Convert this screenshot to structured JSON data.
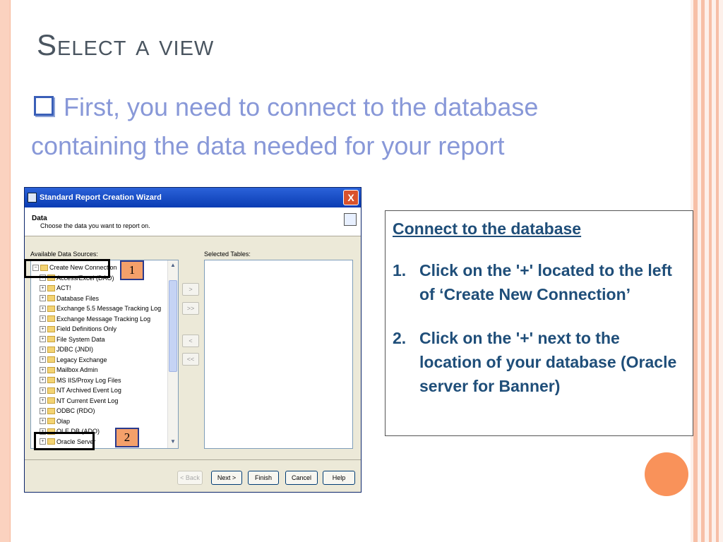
{
  "slide": {
    "title": "Select a view",
    "bullet": "First, you need to connect to the database containing the data needed for your report"
  },
  "wizard": {
    "title": "Standard Report Creation Wizard",
    "close_glyph": "X",
    "header_title": "Data",
    "header_subtitle": "Choose the data you want to report on.",
    "available_label": "Available Data Sources:",
    "selected_label": "Selected Tables:",
    "tree_items": [
      {
        "label": "Create New Connection",
        "expander": "−",
        "indent": 0
      },
      {
        "label": "Access/Excel (DAO)",
        "expander": "+",
        "indent": 1
      },
      {
        "label": "ACT!",
        "expander": "+",
        "indent": 1
      },
      {
        "label": "Database Files",
        "expander": "+",
        "indent": 1
      },
      {
        "label": "Exchange 5.5 Message Tracking Log",
        "expander": "+",
        "indent": 1
      },
      {
        "label": "Exchange Message Tracking Log",
        "expander": "+",
        "indent": 1
      },
      {
        "label": "Field Definitions Only",
        "expander": "+",
        "indent": 1
      },
      {
        "label": "File System Data",
        "expander": "+",
        "indent": 1
      },
      {
        "label": "JDBC (JNDI)",
        "expander": "+",
        "indent": 1
      },
      {
        "label": "Legacy Exchange",
        "expander": "+",
        "indent": 1
      },
      {
        "label": "Mailbox Admin",
        "expander": "+",
        "indent": 1
      },
      {
        "label": "MS IIS/Proxy Log Files",
        "expander": "+",
        "indent": 1
      },
      {
        "label": "NT Archived Event Log",
        "expander": "+",
        "indent": 1
      },
      {
        "label": "NT Current Event Log",
        "expander": "+",
        "indent": 1
      },
      {
        "label": "ODBC (RDO)",
        "expander": "+",
        "indent": 1
      },
      {
        "label": "Olap",
        "expander": "+",
        "indent": 1
      },
      {
        "label": "OLE DB (ADO)",
        "expander": "+",
        "indent": 1
      },
      {
        "label": "Oracle Server",
        "expander": "+",
        "indent": 1
      }
    ],
    "move_buttons": [
      ">",
      ">>",
      "<",
      "<<"
    ],
    "buttons": {
      "back": "< Back",
      "next": "Next >",
      "finish": "Finish",
      "cancel": "Cancel",
      "help": "Help"
    }
  },
  "callouts": {
    "one": "1",
    "two": "2"
  },
  "instructions": {
    "heading": "Connect to the database",
    "steps": [
      {
        "num": "1.",
        "text": "Click on the '+' located to the left of ‘Create New Connection’"
      },
      {
        "num": "2.",
        "text": "Click on the '+' next to the location of your database (Oracle server for Banner)"
      }
    ]
  },
  "colors": {
    "title": "#4a5560",
    "bullet_text": "#8898d8",
    "instruction_text": "#1f4e79",
    "accent_orange": "#f9925a"
  }
}
